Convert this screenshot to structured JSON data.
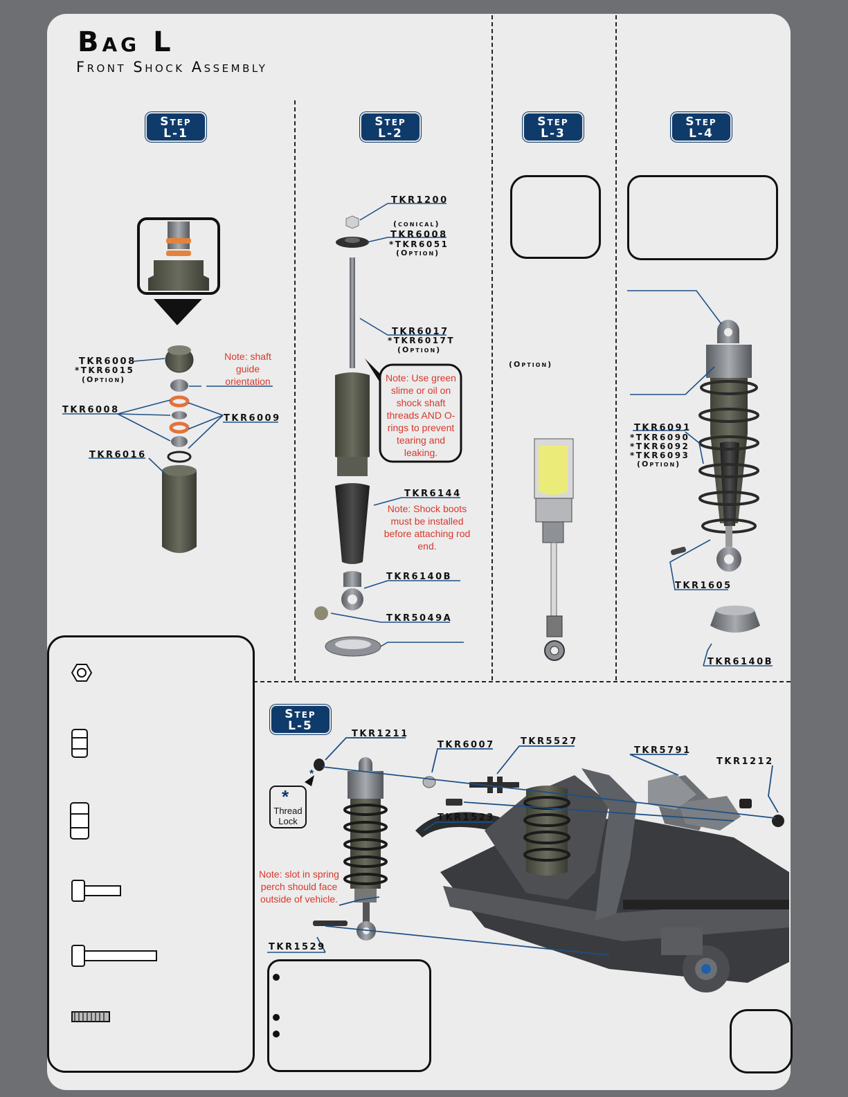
{
  "header": {
    "title": "Bag L",
    "subtitle": "Front Shock Assembly"
  },
  "steps": [
    {
      "word": "Step",
      "num": "L-1"
    },
    {
      "word": "Step",
      "num": "L-2"
    },
    {
      "word": "Step",
      "num": "L-3"
    },
    {
      "word": "Step",
      "num": "L-4"
    },
    {
      "word": "Step",
      "num": "L-5"
    }
  ],
  "step1": {
    "p_6008a": "TKR6008",
    "p_6015": "*TKR6015",
    "opt": "(Option)",
    "p_6008b": "TKR6008",
    "p_6009": "TKR6009",
    "p_6016": "TKR6016",
    "note": "Note: shaft guide orientation"
  },
  "step2": {
    "p_1200": "TKR1200",
    "conical": "(conical)",
    "p_6008": "TKR6008",
    "p_6051": "*TKR6051",
    "opt1": "(Option)",
    "p_6017": "TKR6017",
    "p_6017t": "*TKR6017T",
    "opt2": "(Option)",
    "note1": "Note: Use green slime or oil on shock shaft threads AND O-rings to prevent tearing and leaking.",
    "p_6144": "TKR6144",
    "note2": "Note: Shock boots must be installed before attaching rod end.",
    "p_6140b": "TKR6140B",
    "p_5049a": "TKR5049A"
  },
  "step3": {
    "opt": "(Option)"
  },
  "step4": {
    "p_6091": "TKR6091",
    "p_6090": "*TKR6090",
    "p_6092": "*TKR6092",
    "p_6093": "*TKR6093",
    "opt": "(Option)",
    "p_1605": "TKR1605",
    "p_6140b": "TKR6140B"
  },
  "step5": {
    "p_1211": "TKR1211",
    "p_6007": "TKR6007",
    "p_5527": "TKR5527",
    "p_5791": "TKR5791",
    "p_1212": "TKR1212",
    "p_1523": "TKR1523",
    "p_1529": "TKR1529",
    "thread_star": "*",
    "thread_lock": "Thread Lock",
    "note": "Note: slot in spring perch should face outside of vehicle."
  },
  "hardware_icons": [
    "hex-nut-icon",
    "nylon-locknut-icon",
    "flanged-locknut-icon",
    "cap-screw-short-icon",
    "cap-screw-long-icon",
    "set-screw-icon"
  ],
  "colors": {
    "step_badge": "#0f3b6b",
    "note_red": "#d8372b",
    "leader_blue": "#1c4f86",
    "panel": "#ececec",
    "frame": "#6d6f73"
  }
}
